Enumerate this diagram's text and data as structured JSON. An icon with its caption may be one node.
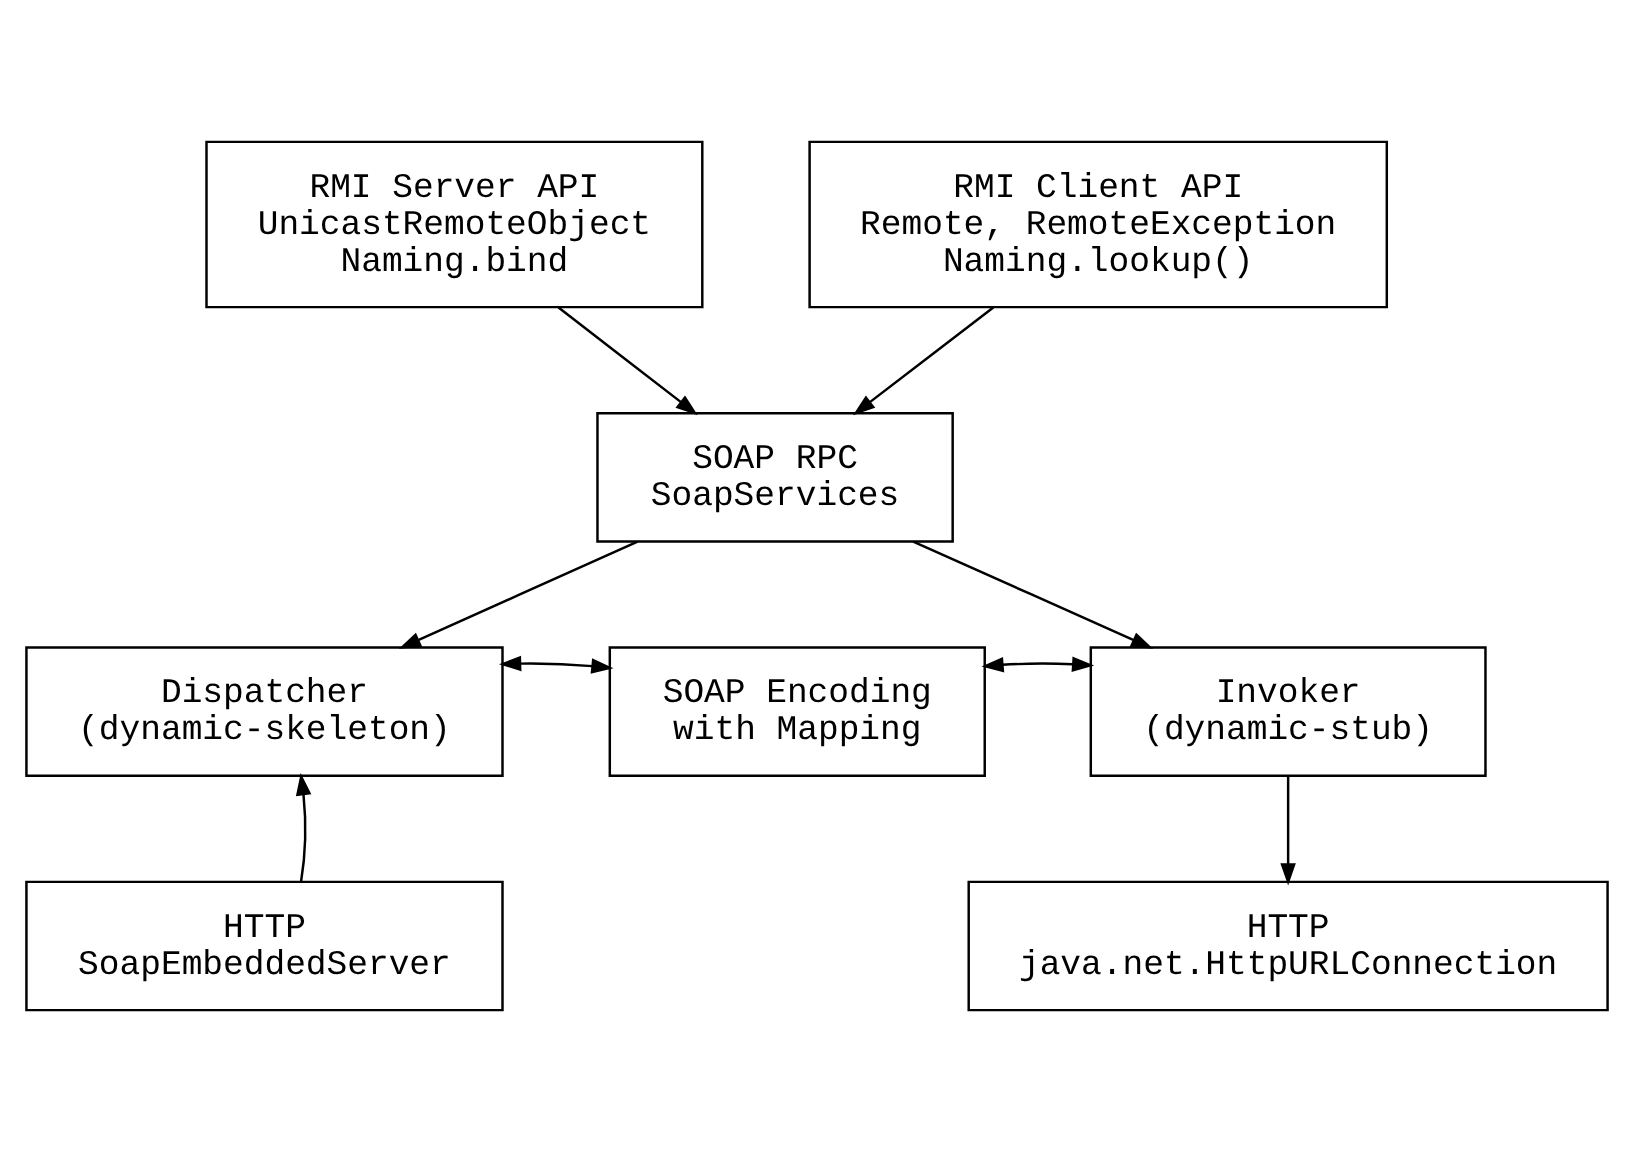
{
  "diagram": {
    "nodes": [
      {
        "text": [
          "RMI Server API",
          "UnicastRemoteObject",
          "Naming.bind"
        ]
      },
      {
        "text": [
          "RMI Client API",
          "Remote, RemoteException",
          "Naming.lookup()"
        ]
      },
      {
        "text": [
          "SOAP RPC",
          "SoapServices"
        ]
      },
      {
        "text": [
          "Dispatcher",
          "(dynamic-skeleton)"
        ]
      },
      {
        "text": [
          "SOAP Encoding",
          "with Mapping"
        ]
      },
      {
        "text": [
          "Invoker",
          "(dynamic-stub)"
        ]
      },
      {
        "text": [
          "HTTP",
          "SoapEmbeddedServer"
        ]
      },
      {
        "text": [
          "HTTP",
          "java.net.HttpURLConnection"
        ]
      }
    ],
    "edges": [
      {
        "from": 0,
        "to": 2,
        "arrow": "to"
      },
      {
        "from": 1,
        "to": 2,
        "arrow": "to"
      },
      {
        "from": 2,
        "to": 3,
        "arrow": "to"
      },
      {
        "from": 2,
        "to": 5,
        "arrow": "to"
      },
      {
        "from": 3,
        "to": 4,
        "arrow": "both"
      },
      {
        "from": 4,
        "to": 5,
        "arrow": "both"
      },
      {
        "from": 6,
        "to": 3,
        "arrow": "to"
      },
      {
        "from": 5,
        "to": 7,
        "arrow": "to"
      }
    ]
  }
}
